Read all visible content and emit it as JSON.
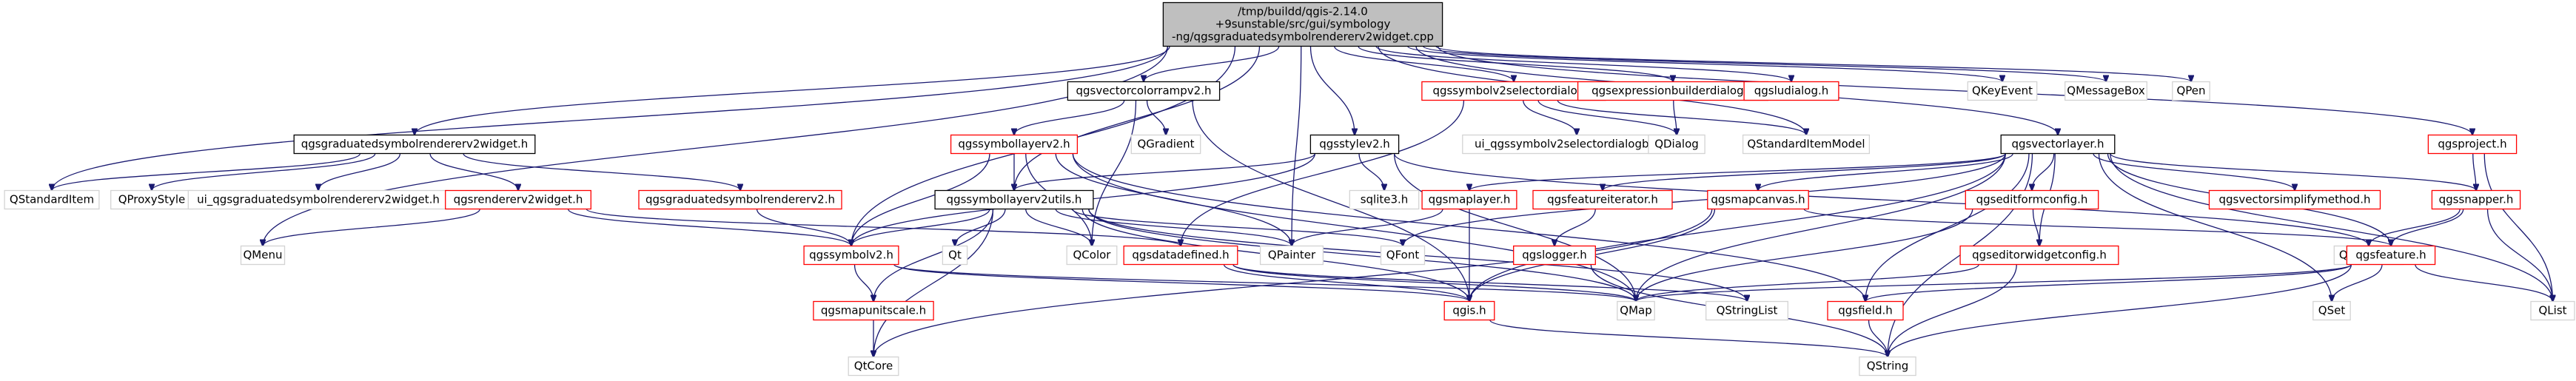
{
  "colors": {
    "edge": "#191970",
    "root_fill": "#bfbfbf",
    "border_black": "#000000",
    "border_red": "#ff0000",
    "border_grey": "#d3d3d3",
    "text": "#000000",
    "text_grey": "#404040"
  },
  "nodes": [
    {
      "id": "root",
      "lines": [
        "/tmp/buildd/qgis-2.14.0",
        "+9sunstable/src/gui/symbology",
        "-ng/qgsgraduatedsymbolrendererv2widget.cpp"
      ],
      "style": "root"
    },
    {
      "id": "qgsgraduatedwidget_h",
      "lines": [
        "qgsgraduatedsymbolrendererv2widget.h"
      ],
      "style": "black"
    },
    {
      "id": "qgsvectorcolorrampv2_h",
      "lines": [
        "qgsvectorcolorrampv2.h"
      ],
      "style": "black"
    },
    {
      "id": "qgssymbolv2selectordialog_h",
      "lines": [
        "qgssymbolv2selectordialog.h"
      ],
      "style": "red"
    },
    {
      "id": "qgsexpressionbuilderdialog_h",
      "lines": [
        "qgsexpressionbuilderdialog.h"
      ],
      "style": "red"
    },
    {
      "id": "qgsludialog_h",
      "lines": [
        "qgsludialog.h"
      ],
      "style": "red"
    },
    {
      "id": "QKeyEvent",
      "lines": [
        "QKeyEvent"
      ],
      "style": "grey"
    },
    {
      "id": "QMessageBox",
      "lines": [
        "QMessageBox"
      ],
      "style": "grey"
    },
    {
      "id": "QPen",
      "lines": [
        "QPen"
      ],
      "style": "grey"
    },
    {
      "id": "QStandardItem",
      "lines": [
        "QStandardItem"
      ],
      "style": "grey"
    },
    {
      "id": "QProxyStyle",
      "lines": [
        "QProxyStyle"
      ],
      "style": "grey"
    },
    {
      "id": "ui_graduated",
      "lines": [
        "ui_qgsgraduatedsymbolrendererv2widget.h"
      ],
      "style": "grey"
    },
    {
      "id": "qgsrendererv2widget_h",
      "lines": [
        "qgsrendererv2widget.h"
      ],
      "style": "red"
    },
    {
      "id": "qgsgraduatedrenderer_h",
      "lines": [
        "qgsgraduatedsymbolrendererv2.h"
      ],
      "style": "red"
    },
    {
      "id": "qgssymbollayerv2_h",
      "lines": [
        "qgssymbollayerv2.h"
      ],
      "style": "red"
    },
    {
      "id": "QGradient",
      "lines": [
        "QGradient"
      ],
      "style": "grey"
    },
    {
      "id": "ui_selectordialog",
      "lines": [
        "ui_qgssymbolv2selectordialogbase.h"
      ],
      "style": "grey"
    },
    {
      "id": "QDialog",
      "lines": [
        "QDialog"
      ],
      "style": "grey"
    },
    {
      "id": "QStandardItemModel",
      "lines": [
        "QStandardItemModel"
      ],
      "style": "grey"
    },
    {
      "id": "qgsstylev2_h",
      "lines": [
        "qgsstylev2.h"
      ],
      "style": "black"
    },
    {
      "id": "qgsvectorlayer_h",
      "lines": [
        "qgsvectorlayer.h"
      ],
      "style": "black"
    },
    {
      "id": "qgsproject_h",
      "lines": [
        "qgsproject.h"
      ],
      "style": "red"
    },
    {
      "id": "QMenu",
      "lines": [
        "QMenu"
      ],
      "style": "grey"
    },
    {
      "id": "qgssymbollayerv2utils_h",
      "lines": [
        "qgssymbollayerv2utils.h"
      ],
      "style": "black"
    },
    {
      "id": "sqlite3_h",
      "lines": [
        "sqlite3.h"
      ],
      "style": "grey"
    },
    {
      "id": "qgsmaplayer_h",
      "lines": [
        "qgsmaplayer.h"
      ],
      "style": "red"
    },
    {
      "id": "qgsfeatureiterator_h",
      "lines": [
        "qgsfeatureiterator.h"
      ],
      "style": "red"
    },
    {
      "id": "qgsmapcanvas_h",
      "lines": [
        "qgsmapcanvas.h"
      ],
      "style": "red"
    },
    {
      "id": "qgseditformconfig_h",
      "lines": [
        "qgseditformconfig.h"
      ],
      "style": "red"
    },
    {
      "id": "qgsvectorsimplifymethod_h",
      "lines": [
        "qgsvectorsimplifymethod.h"
      ],
      "style": "red"
    },
    {
      "id": "qgssnapper_h",
      "lines": [
        "qgssnapper.h"
      ],
      "style": "red"
    },
    {
      "id": "qgssymbolv2_h",
      "lines": [
        "qgssymbolv2.h"
      ],
      "style": "red"
    },
    {
      "id": "QColor",
      "lines": [
        "QColor"
      ],
      "style": "grey"
    },
    {
      "id": "qgsdatadefined_h",
      "lines": [
        "qgsdatadefined.h"
      ],
      "style": "red"
    },
    {
      "id": "QPainter",
      "lines": [
        "QPainter"
      ],
      "style": "grey"
    },
    {
      "id": "QFont",
      "lines": [
        "QFont"
      ],
      "style": "grey"
    },
    {
      "id": "qgslogger_h",
      "lines": [
        "qgslogger.h"
      ],
      "style": "red"
    },
    {
      "id": "qgseditorwidgetconfig_h",
      "lines": [
        "qgseditorwidgetconfig.h"
      ],
      "style": "red"
    },
    {
      "id": "QMultiMap",
      "lines": [
        "QMultiMap"
      ],
      "style": "grey"
    },
    {
      "id": "qgsfeature_h",
      "lines": [
        "qgsfeature.h"
      ],
      "style": "red"
    },
    {
      "id": "Qt",
      "lines": [
        "Qt"
      ],
      "style": "grey"
    },
    {
      "id": "qgsmapunitscale_h",
      "lines": [
        "qgsmapunitscale.h"
      ],
      "style": "red"
    },
    {
      "id": "qgis_h",
      "lines": [
        "qgis.h"
      ],
      "style": "red"
    },
    {
      "id": "QMap",
      "lines": [
        "QMap"
      ],
      "style": "grey"
    },
    {
      "id": "QStringList",
      "lines": [
        "QStringList"
      ],
      "style": "grey"
    },
    {
      "id": "qgsfield_h",
      "lines": [
        "qgsfield.h"
      ],
      "style": "red"
    },
    {
      "id": "QSet",
      "lines": [
        "QSet"
      ],
      "style": "grey"
    },
    {
      "id": "QList",
      "lines": [
        "QList"
      ],
      "style": "grey"
    },
    {
      "id": "QtCore",
      "lines": [
        "QtCore"
      ],
      "style": "grey"
    },
    {
      "id": "QString",
      "lines": [
        "QString"
      ],
      "style": "grey"
    }
  ],
  "edges": [
    [
      "root",
      "qgsgraduatedwidget_h"
    ],
    [
      "root",
      "qgsvectorcolorrampv2_h"
    ],
    [
      "root",
      "qgssymbolv2selectordialog_h"
    ],
    [
      "root",
      "qgsexpressionbuilderdialog_h"
    ],
    [
      "root",
      "qgsludialog_h"
    ],
    [
      "root",
      "QKeyEvent"
    ],
    [
      "root",
      "QMessageBox"
    ],
    [
      "root",
      "QPen"
    ],
    [
      "root",
      "QMenu"
    ],
    [
      "root",
      "QStandardItem"
    ],
    [
      "root",
      "qgssymbollayerv2utils_h"
    ],
    [
      "root",
      "qgsstylev2_h"
    ],
    [
      "root",
      "qgsvectorlayer_h"
    ],
    [
      "root",
      "qgsproject_h"
    ],
    [
      "root",
      "QPainter"
    ],
    [
      "root",
      "qgssymbolv2_h"
    ],
    [
      "root",
      "QStandardItemModel"
    ],
    [
      "qgsgraduatedwidget_h",
      "QStandardItem"
    ],
    [
      "qgsgraduatedwidget_h",
      "QProxyStyle"
    ],
    [
      "qgsgraduatedwidget_h",
      "ui_graduated"
    ],
    [
      "qgsgraduatedwidget_h",
      "qgsrendererv2widget_h"
    ],
    [
      "qgsgraduatedwidget_h",
      "qgsgraduatedrenderer_h"
    ],
    [
      "qgsrendererv2widget_h",
      "QMenu"
    ],
    [
      "qgsrendererv2widget_h",
      "qgssymbolv2_h"
    ],
    [
      "qgsrendererv2widget_h",
      "qgsdatadefined_h"
    ],
    [
      "qgsgraduatedrenderer_h",
      "qgssymbolv2_h"
    ],
    [
      "qgsvectorcolorrampv2_h",
      "qgssymbollayerv2_h"
    ],
    [
      "qgsvectorcolorrampv2_h",
      "QGradient"
    ],
    [
      "qgsvectorcolorrampv2_h",
      "QColor"
    ],
    [
      "qgsvectorcolorrampv2_h",
      "qgis_h"
    ],
    [
      "qgssymbolv2selectordialog_h",
      "ui_selectordialog"
    ],
    [
      "qgssymbolv2selectordialog_h",
      "QDialog"
    ],
    [
      "qgssymbolv2selectordialog_h",
      "QStandardItemModel"
    ],
    [
      "qgssymbolv2selectordialog_h",
      "qgsdatadefined_h"
    ],
    [
      "qgsexpressionbuilderdialog_h",
      "QDialog"
    ],
    [
      "qgssymbollayerv2_h",
      "qgssymbollayerv2utils_h"
    ],
    [
      "qgssymbollayerv2_h",
      "qgssymbolv2_h"
    ],
    [
      "qgssymbollayerv2_h",
      "QColor"
    ],
    [
      "qgssymbollayerv2_h",
      "QPainter"
    ],
    [
      "qgssymbollayerv2_h",
      "qgsfield_h"
    ],
    [
      "qgssymbollayerv2_h",
      "QMap"
    ],
    [
      "qgsstylev2_h",
      "qgssymbollayerv2utils_h"
    ],
    [
      "qgsstylev2_h",
      "sqlite3_h"
    ],
    [
      "qgsstylev2_h",
      "qgssymbolv2_h"
    ],
    [
      "qgsstylev2_h",
      "QMultiMap"
    ],
    [
      "qgsstylev2_h",
      "QMap"
    ],
    [
      "qgssymbollayerv2utils_h",
      "qgssymbolv2_h"
    ],
    [
      "qgssymbollayerv2utils_h",
      "QColor"
    ],
    [
      "qgssymbollayerv2utils_h",
      "QPainter"
    ],
    [
      "qgssymbollayerv2utils_h",
      "QFont"
    ],
    [
      "qgssymbollayerv2utils_h",
      "Qt"
    ],
    [
      "qgssymbollayerv2utils_h",
      "qgsmapunitscale_h"
    ],
    [
      "qgssymbollayerv2utils_h",
      "QtCore"
    ],
    [
      "qgssymbollayerv2utils_h",
      "QMap"
    ],
    [
      "qgssymbollayerv2utils_h",
      "QStringList"
    ],
    [
      "qgssymbollayerv2utils_h",
      "qgis_h"
    ],
    [
      "qgssymbolv2_h",
      "qgsmapunitscale_h"
    ],
    [
      "qgssymbolv2_h",
      "qgis_h"
    ],
    [
      "qgssymbolv2_h",
      "QMap"
    ],
    [
      "qgsdatadefined_h",
      "qgis_h"
    ],
    [
      "qgsdatadefined_h",
      "QMap"
    ],
    [
      "qgsdatadefined_h",
      "QStringList"
    ],
    [
      "qgsmapunitscale_h",
      "QtCore"
    ],
    [
      "qgis_h",
      "QString"
    ],
    [
      "qgsvectorlayer_h",
      "qgsmaplayer_h"
    ],
    [
      "qgsvectorlayer_h",
      "qgsfeatureiterator_h"
    ],
    [
      "qgsvectorlayer_h",
      "qgsmapcanvas_h"
    ],
    [
      "qgsvectorlayer_h",
      "qgseditformconfig_h"
    ],
    [
      "qgsvectorlayer_h",
      "qgsvectorsimplifymethod_h"
    ],
    [
      "qgsvectorlayer_h",
      "qgssnapper_h"
    ],
    [
      "qgsvectorlayer_h",
      "QFont"
    ],
    [
      "qgsvectorlayer_h",
      "QMap"
    ],
    [
      "qgsvectorlayer_h",
      "QSet"
    ],
    [
      "qgsvectorlayer_h",
      "QList"
    ],
    [
      "qgsvectorlayer_h",
      "QString"
    ],
    [
      "qgsvectorlayer_h",
      "qgsfeature_h"
    ],
    [
      "qgsvectorlayer_h",
      "qgsfield_h"
    ],
    [
      "qgsvectorlayer_h",
      "qgseditorwidgetconfig_h"
    ],
    [
      "qgsvectorlayer_h",
      "qgis_h"
    ],
    [
      "qgsmaplayer_h",
      "QPainter"
    ],
    [
      "qgsmaplayer_h",
      "qgis_h"
    ],
    [
      "qgsfeatureiterator_h",
      "qgslogger_h"
    ],
    [
      "qgsmapcanvas_h",
      "qgsfeature_h"
    ],
    [
      "qgsmapcanvas_h",
      "qgis_h"
    ],
    [
      "qgsmapcanvas_h",
      "QtCore"
    ],
    [
      "qgseditformconfig_h",
      "qgseditorwidgetconfig_h"
    ],
    [
      "qgseditformconfig_h",
      "QMap"
    ],
    [
      "qgseditorwidgetconfig_h",
      "QMap"
    ],
    [
      "qgseditorwidgetconfig_h",
      "QString"
    ],
    [
      "qgslogger_h",
      "QString"
    ],
    [
      "qgsproject_h",
      "qgssnapper_h"
    ],
    [
      "qgsproject_h",
      "QList"
    ],
    [
      "qgssnapper_h",
      "qgsfeature_h"
    ],
    [
      "qgssnapper_h",
      "QMultiMap"
    ],
    [
      "qgssnapper_h",
      "QList"
    ],
    [
      "qgsfeature_h",
      "QMap"
    ],
    [
      "qgsfeature_h",
      "qgsfield_h"
    ],
    [
      "qgsfeature_h",
      "QSet"
    ],
    [
      "qgsfeature_h",
      "QList"
    ],
    [
      "qgsfeature_h",
      "QString"
    ],
    [
      "qgsfield_h",
      "QString"
    ]
  ]
}
